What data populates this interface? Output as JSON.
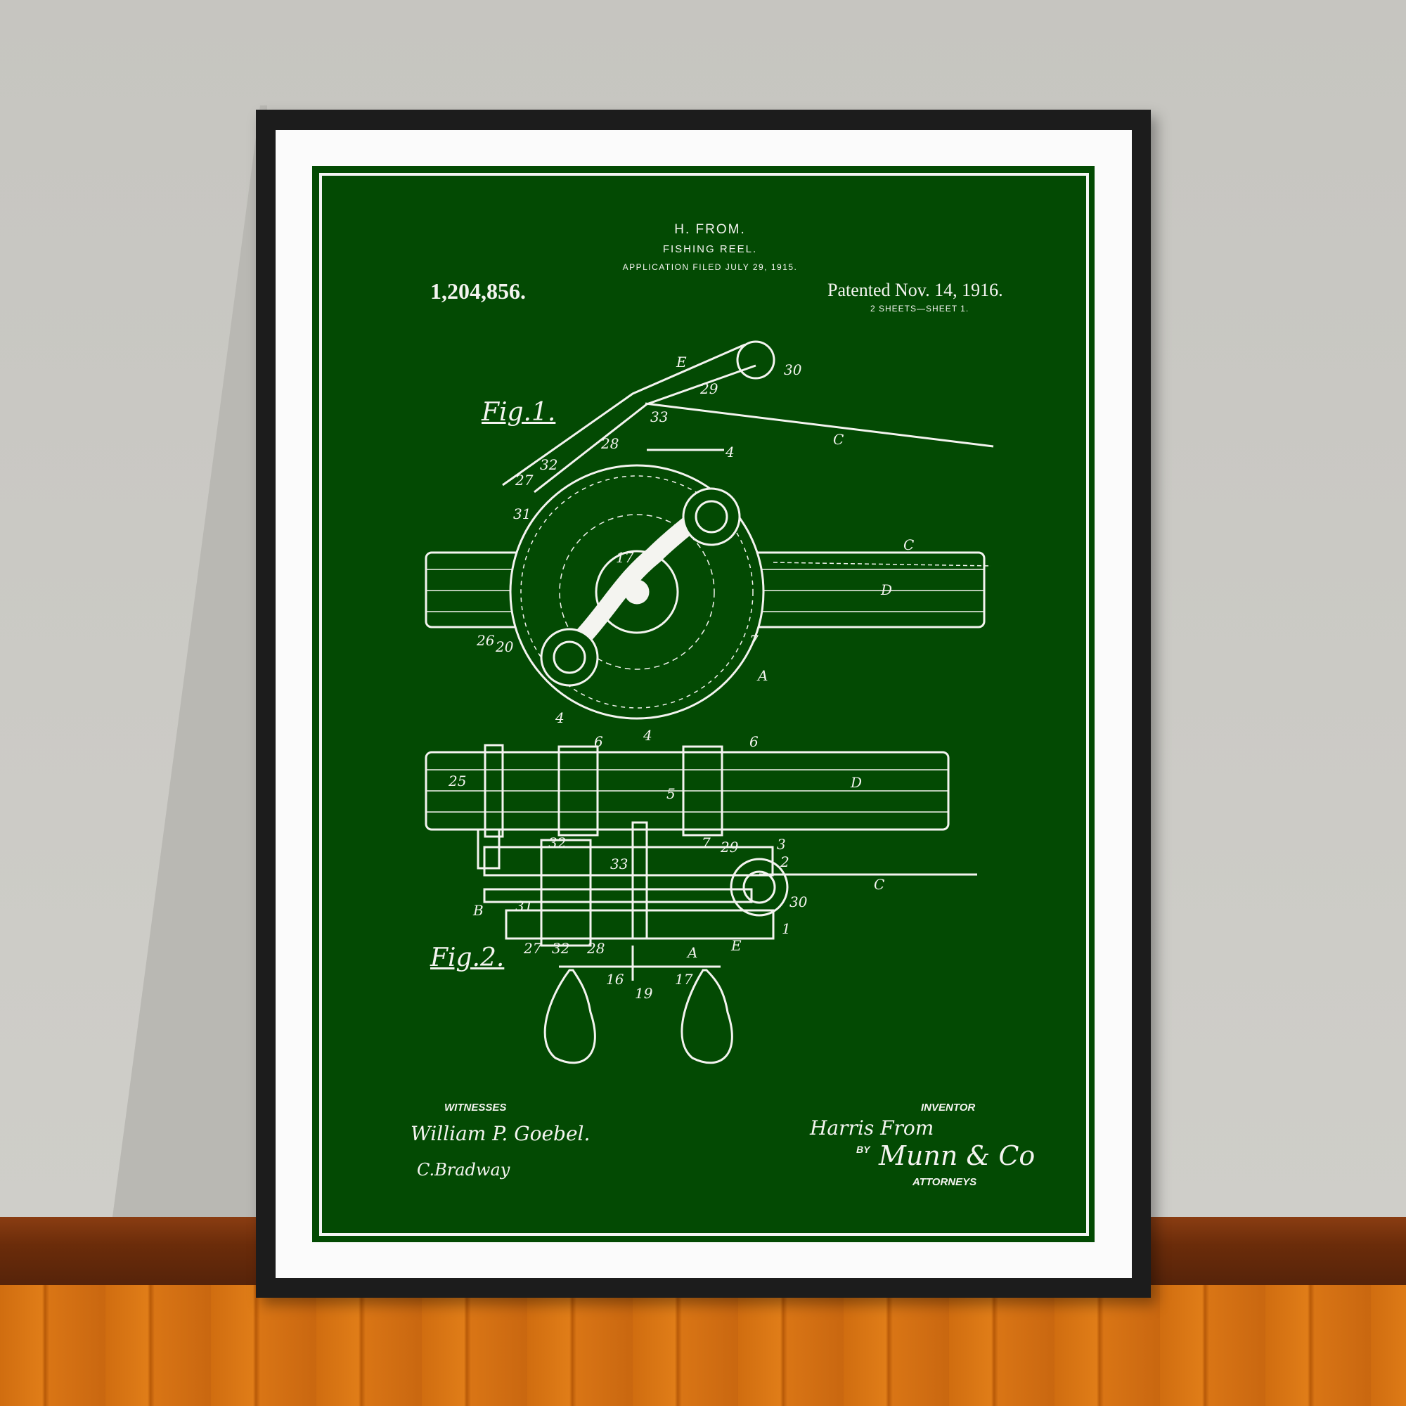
{
  "poster": {
    "inventor_header": "H. FROM.",
    "title": "FISHING REEL.",
    "application": "APPLICATION FILED JULY 29, 1915.",
    "patent_number": "1,204,856.",
    "patented": "Patented Nov. 14, 1916.",
    "sheets": "2 SHEETS—SHEET 1.",
    "fig1": "Fig.1.",
    "fig2": "Fig.2.",
    "witnesses_label": "WITNESSES",
    "witness1": "William P. Goebel.",
    "witness2": "C.Bradway",
    "inventor_label": "INVENTOR",
    "inventor_name": "Harris From",
    "by": "BY",
    "attorney_signature": "Munn & Co",
    "attorneys_label": "ATTORNEYS",
    "fig1_refs": [
      "E",
      "29",
      "30",
      "33",
      "C",
      "28",
      "4",
      "32",
      "27",
      "31",
      "17",
      "C",
      "D",
      "26",
      "20",
      "7",
      "A",
      "4",
      "4"
    ],
    "fig2_refs": [
      "6",
      "6",
      "25",
      "5",
      "D",
      "32",
      "7",
      "29",
      "3",
      "2",
      "33",
      "C",
      "30",
      "B",
      "31",
      "1",
      "27",
      "32",
      "28",
      "A",
      "E",
      "16",
      "19",
      "17"
    ]
  },
  "colors": {
    "poster_green": "#034a03",
    "line_white": "#f4f4f0",
    "frame": "#1c1c1c",
    "wall": "#c9c8c3",
    "floor": "#d06d10"
  }
}
